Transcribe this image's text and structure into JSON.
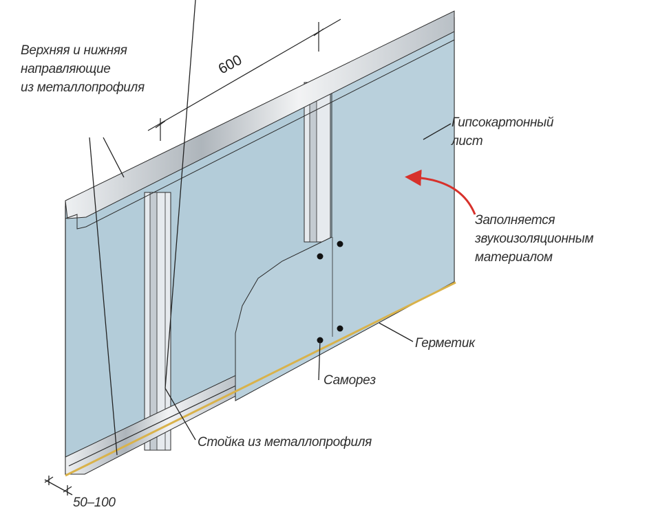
{
  "labels": {
    "guides": [
      "Верхняя и нижняя",
      "направляющие",
      "из металлопрофиля"
    ],
    "dimension_spacing": "600",
    "drywall_sheet": [
      "Гипсокартонный",
      "лист"
    ],
    "filling": [
      "Заполняется",
      "звукоизоляционным",
      "материалом"
    ],
    "sealant": "Герметик",
    "screw": "Саморез",
    "stud": "Стойка из металлопрофиля",
    "dimension_depth": "50–100"
  },
  "colors": {
    "board": "#b7cfdc",
    "metal": "#c9ced3",
    "sealant": "#d9b24a",
    "arrow": "#d7312b",
    "outline": "#2a2a2a"
  }
}
